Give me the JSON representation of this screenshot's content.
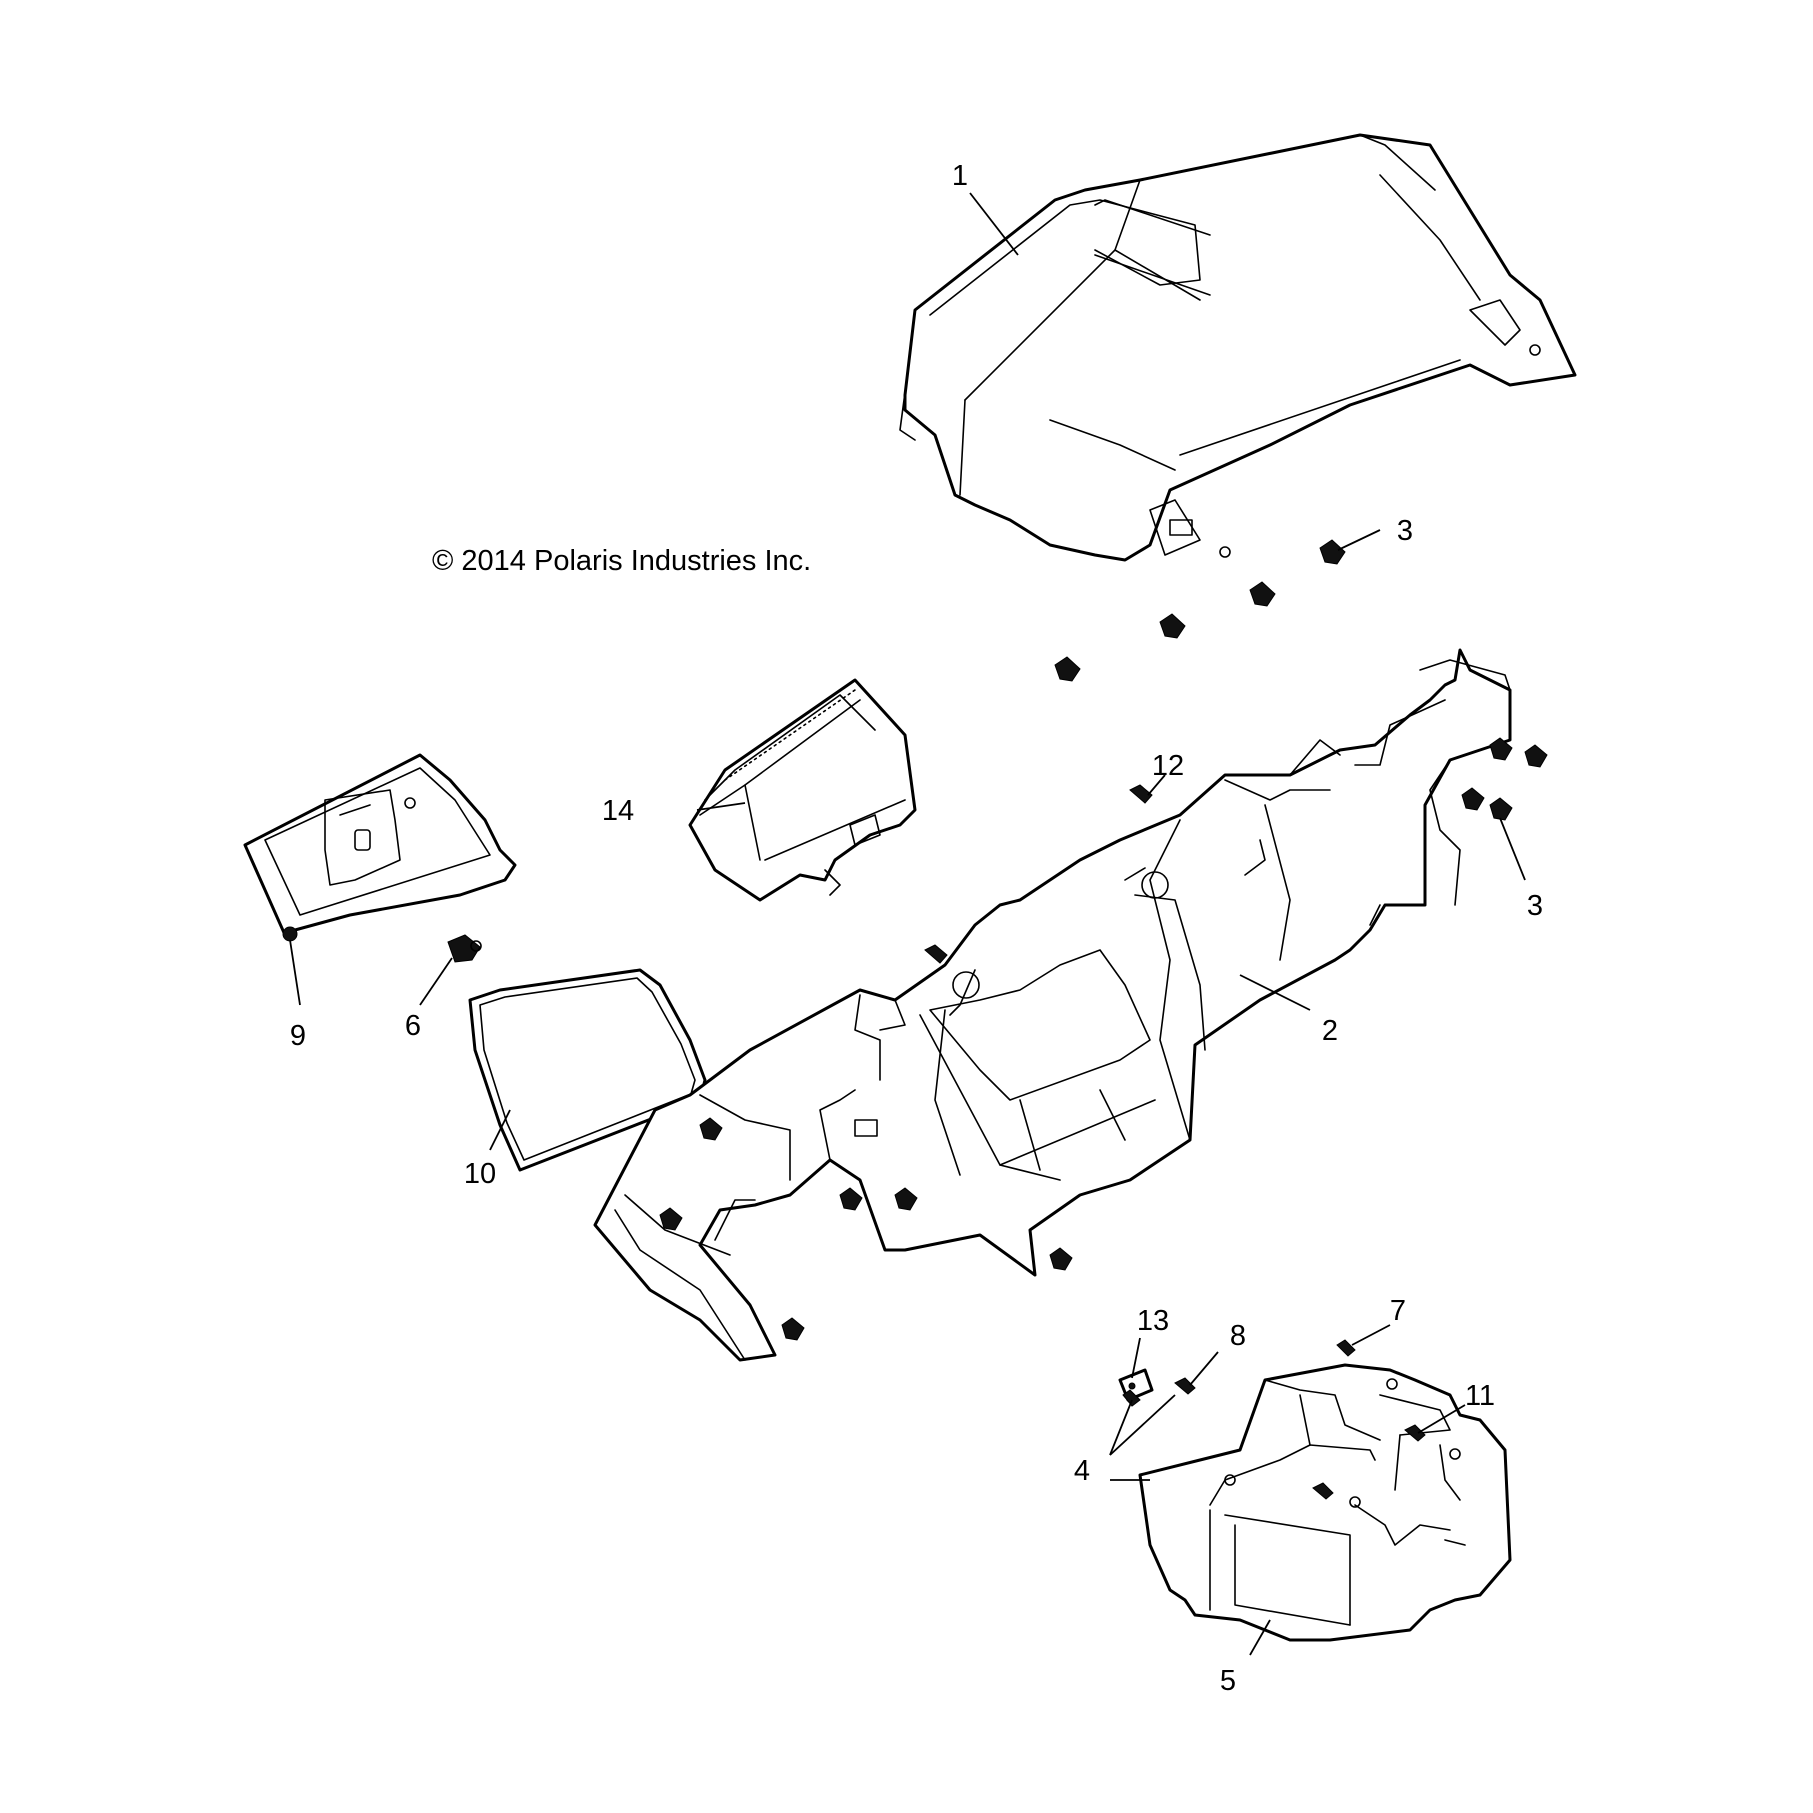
{
  "copyright": "© 2014 Polaris Industries Inc.",
  "callouts": [
    {
      "id": "1",
      "label": "1",
      "part": "hood-top-cover"
    },
    {
      "id": "2",
      "label": "2",
      "part": "dash-panel"
    },
    {
      "id": "3a",
      "label": "3",
      "part": "push-rivet"
    },
    {
      "id": "3b",
      "label": "3",
      "part": "push-rivet"
    },
    {
      "id": "4",
      "label": "4",
      "part": "screw"
    },
    {
      "id": "5",
      "label": "5",
      "part": "storage-box"
    },
    {
      "id": "6",
      "label": "6",
      "part": "latch"
    },
    {
      "id": "7",
      "label": "7",
      "part": "screw"
    },
    {
      "id": "8",
      "label": "8",
      "part": "screw"
    },
    {
      "id": "9",
      "label": "9",
      "part": "hinge-pin"
    },
    {
      "id": "10",
      "label": "10",
      "part": "seal"
    },
    {
      "id": "11",
      "label": "11",
      "part": "screw"
    },
    {
      "id": "12",
      "label": "12",
      "part": "screw"
    },
    {
      "id": "13",
      "label": "13",
      "part": "bracket"
    },
    {
      "id": "14",
      "label": "14",
      "part": "glove-box-bin"
    }
  ]
}
